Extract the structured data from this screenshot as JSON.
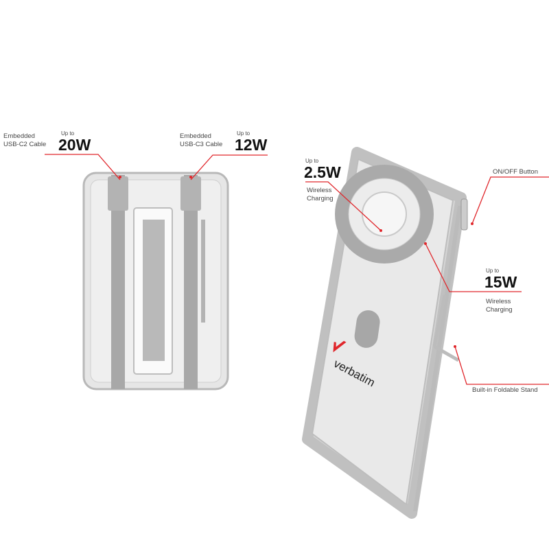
{
  "left_device": {
    "cable1": {
      "label_line1": "Embedded",
      "label_line2": "USB-C2 Cable",
      "up_to": "Up to",
      "power": "20W"
    },
    "cable2": {
      "label_line1": "Embedded",
      "label_line2": "USB-C3 Cable",
      "up_to": "Up to",
      "power": "12W"
    }
  },
  "right_device": {
    "magnetic_core": {
      "up_to": "Up to",
      "power": "2.5W",
      "line1": "Wireless",
      "line2": "Charging"
    },
    "ring": {
      "up_to": "Up to",
      "power": "15W",
      "line1": "Wireless",
      "line2": "Charging"
    },
    "button_label": "ON/OFF Button",
    "stand_label": "Built-in Foldable Stand",
    "brand": "verbatim"
  },
  "colors": {
    "callout": "#e0262b",
    "device": "#e4e4e4",
    "accent_grey": "#a9a9a9"
  }
}
